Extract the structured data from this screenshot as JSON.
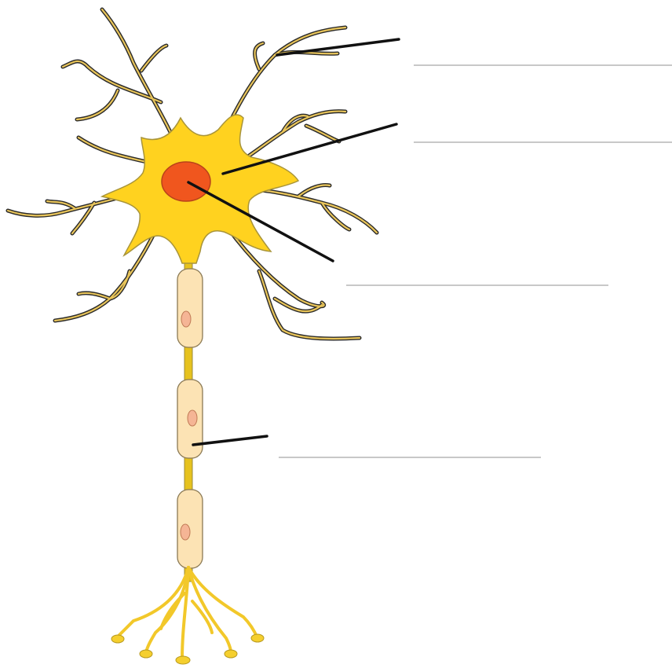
{
  "diagram": {
    "labels": [
      {
        "id": "dendrites",
        "text": ""
      },
      {
        "id": "cell-body",
        "text": ""
      },
      {
        "id": "nucleus",
        "text": ""
      },
      {
        "id": "myelin-sheath",
        "text": ""
      }
    ]
  },
  "colors": {
    "cell_body": "#FFD21F",
    "cell_body_stroke": "#9A8A3A",
    "dendrite_fill": "#F2C64A",
    "dendrite_stroke": "#2A2A2A",
    "nucleus": "#F0561E",
    "nucleus_stroke": "#B8431A",
    "myelin": "#FCE3B4",
    "myelin_stroke": "#8B7A55",
    "schwann_nucleus": "#F5B595",
    "schwann_nucleus_stroke": "#C07A55",
    "axon_terminal": "#F5CF2E",
    "leader_line": "#111111",
    "answer_line": "#C8C8C8"
  }
}
